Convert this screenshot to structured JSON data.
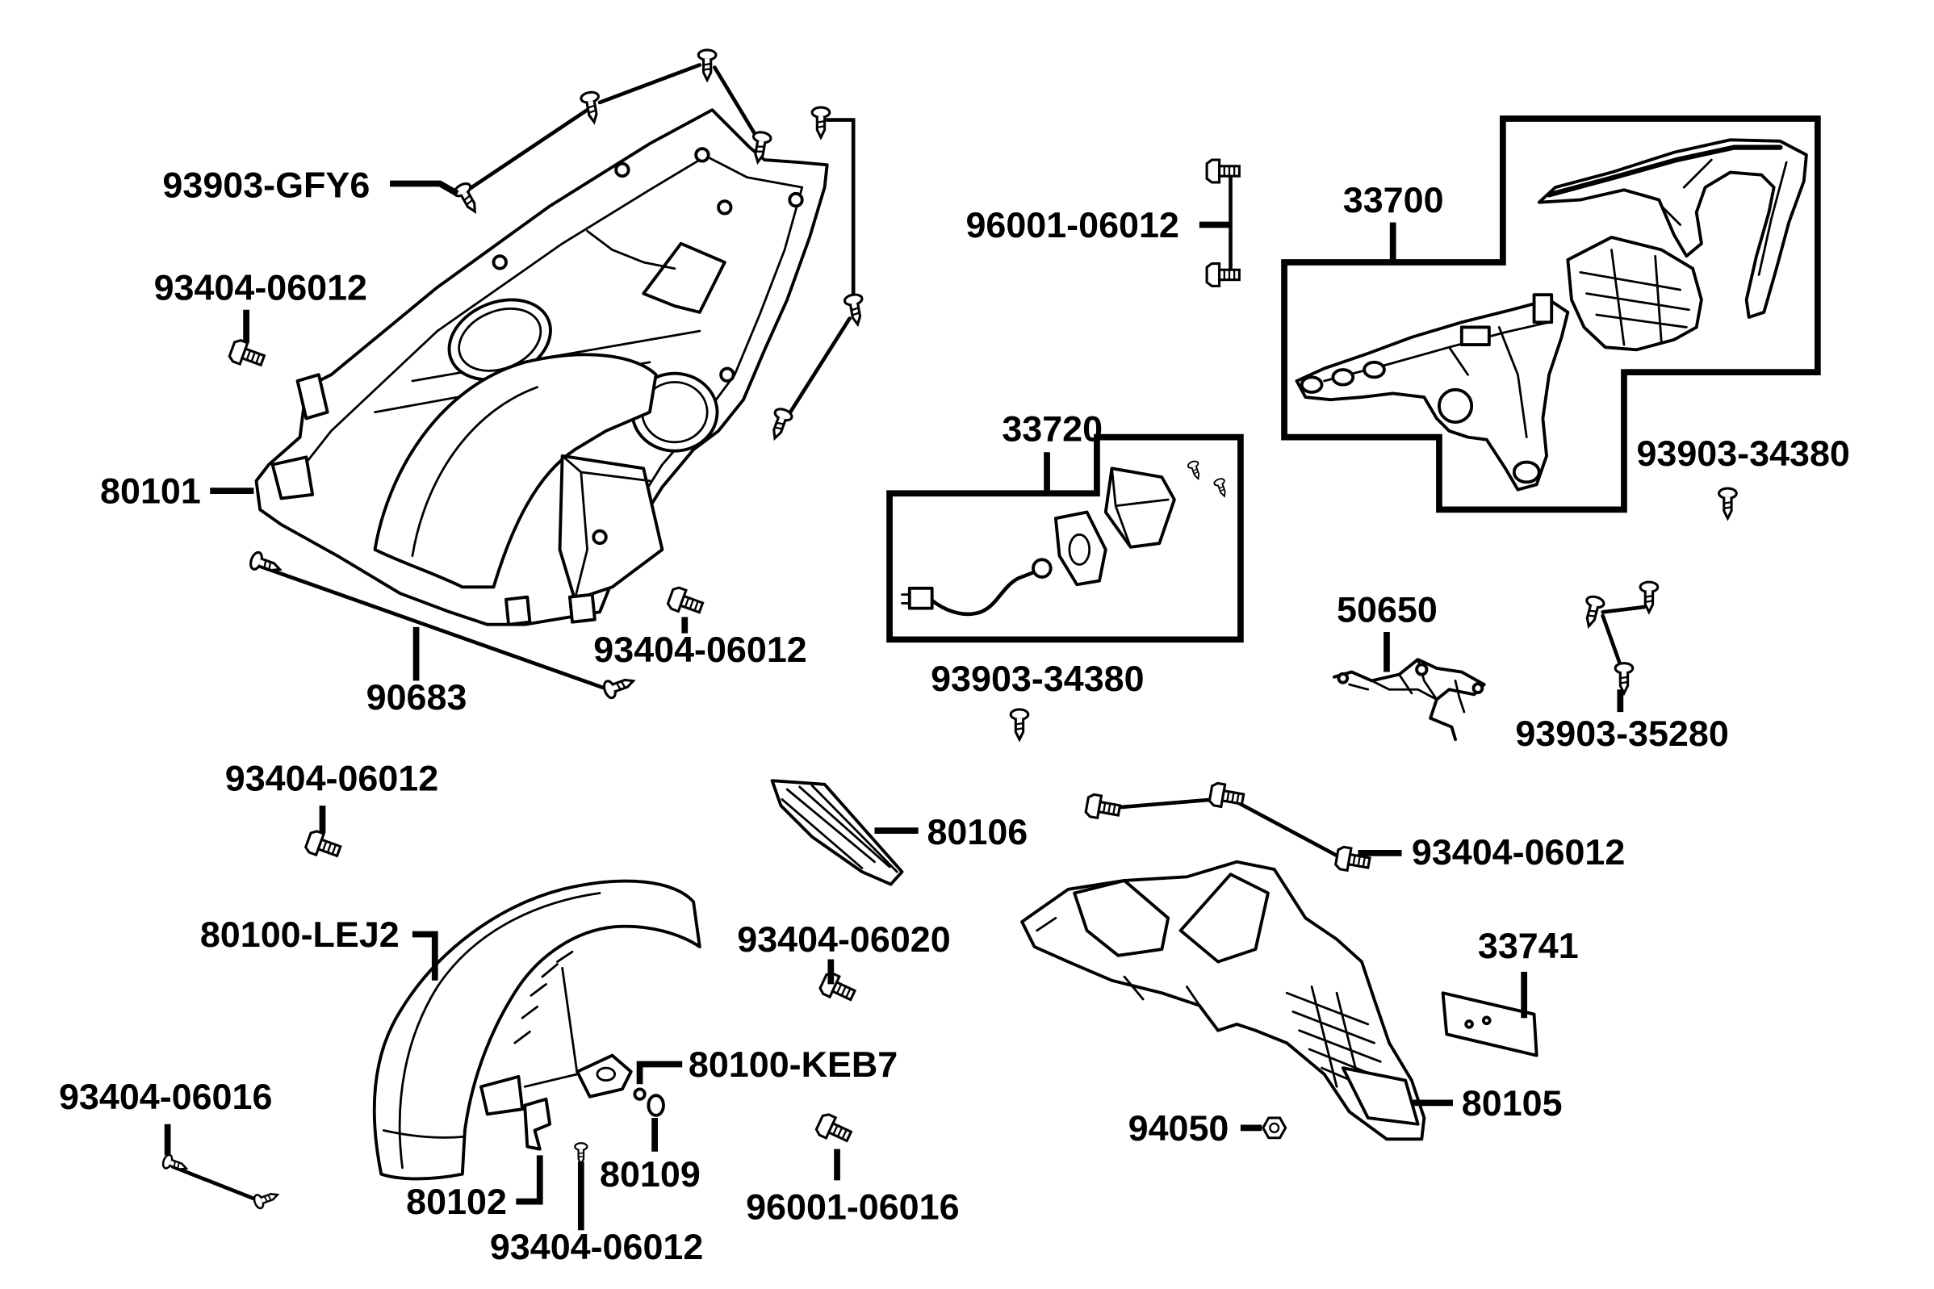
{
  "diagram": {
    "callouts": [
      "93903-GFY6",
      "93404-06012",
      "80101",
      "90683",
      "93404-06012",
      "96001-06012",
      "33700",
      "93903-34380",
      "33720",
      "93903-34380",
      "50650",
      "93903-35280",
      "93404-06012",
      "80106",
      "93404-06012",
      "80100-LEJ2",
      "93404-06020",
      "33741",
      "80100-KEB7",
      "93404-06016",
      "80105",
      "94050",
      "80109",
      "80102",
      "96001-06016",
      "93404-06012"
    ]
  }
}
